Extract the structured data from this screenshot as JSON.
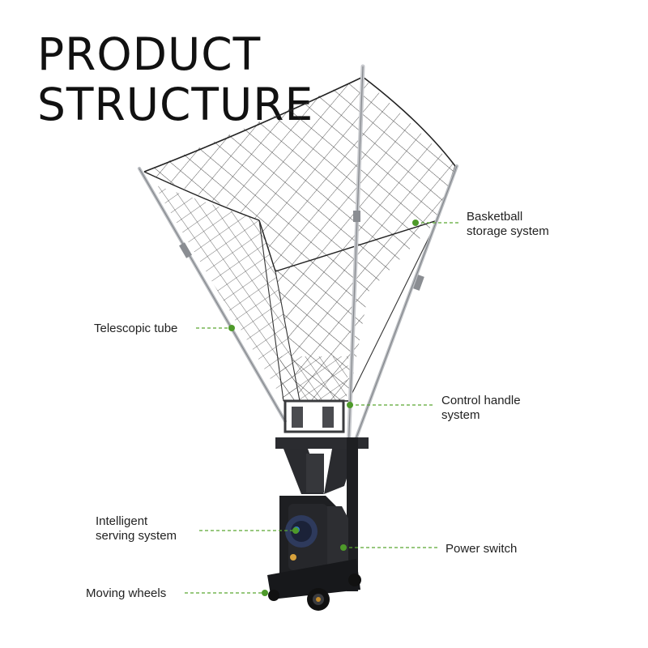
{
  "title": {
    "line1": "PRODUCT",
    "line2": "STRUCTURE"
  },
  "callouts": {
    "basketball_storage": {
      "line1": "Basketball",
      "line2": "storage system"
    },
    "telescopic_tube": {
      "label": "Telescopic tube"
    },
    "control_handle": {
      "line1": "Control handle",
      "line2": "system"
    },
    "intelligent_serving": {
      "line1": "Intelligent",
      "line2": "serving system"
    },
    "power_switch": {
      "label": "Power switch"
    },
    "moving_wheels": {
      "label": "Moving wheels"
    }
  },
  "colors": {
    "leader_line": "#5aa832",
    "leader_dot": "#4e9a2a",
    "machine_body": "#1e1f22",
    "net": "#2a2a2a",
    "pole": "#b9bcc0"
  }
}
